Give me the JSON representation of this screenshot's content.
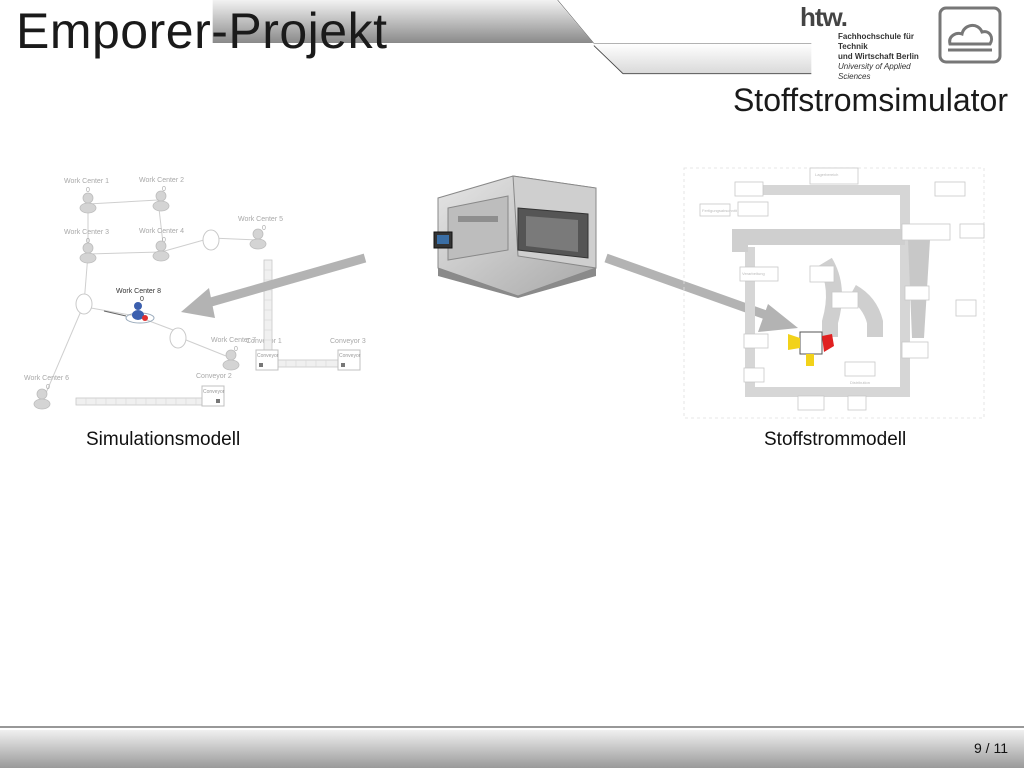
{
  "header": {
    "title": "Emporer-Projekt",
    "subtitle": "Stoffstromsimulator",
    "logo_mark": "htw.",
    "logo_line1": "Fachhochschule für Technik",
    "logo_line2": "und Wirtschaft Berlin",
    "logo_line3": "University of Applied Sciences"
  },
  "left_model": {
    "caption": "Simulationsmodell",
    "nodes": [
      {
        "label": "Work Center 1",
        "count": "0"
      },
      {
        "label": "Work Center 2",
        "count": "0"
      },
      {
        "label": "Work Center 3",
        "count": "0"
      },
      {
        "label": "Work Center 4",
        "count": "0"
      },
      {
        "label": "Work Center 5",
        "count": "0"
      },
      {
        "label": "Work Center 8",
        "count": "0"
      },
      {
        "label": "Work Center 7",
        "count": "0"
      },
      {
        "label": "Work Center 6",
        "count": "0"
      }
    ],
    "conveyors": [
      "Conveyor 1",
      "Conveyor 2",
      "Conveyor 3"
    ],
    "conveyor_box": "Conveyor"
  },
  "right_model": {
    "caption": "Stoffstrommodell"
  },
  "footer": {
    "page": "9 / 11"
  },
  "colors": {
    "band": "#9a9a9a",
    "arrow": "#b3b3b3",
    "highlight_yellow": "#f2d21a",
    "highlight_red": "#e02020"
  }
}
